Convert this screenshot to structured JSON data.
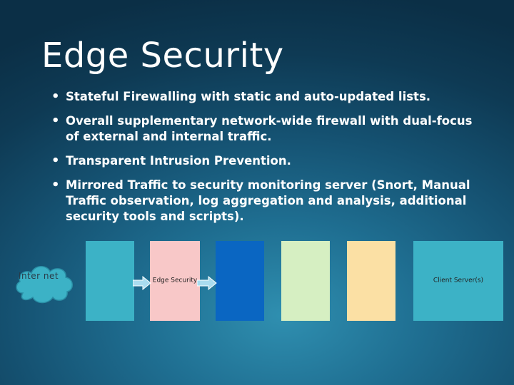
{
  "slide": {
    "title": "Edge Security",
    "bullets": [
      "Stateful Firewalling with static and auto-updated lists.",
      "Overall supplementary network-wide firewall with dual-focus of external and internal traffic.",
      "Transparent Intrusion Prevention.",
      "Mirrored Traffic to security monitoring server (Snort, Manual Traffic observation, log aggregation and analysis, additional security tools and scripts)."
    ]
  },
  "diagram": {
    "cloud_label": "Inter net",
    "edge_security_label": "Edge Security",
    "client_server_label": "Client Server(s)",
    "colors": {
      "cloud": "#3cb2c6",
      "box_teal": "#3cb2c6",
      "box_pink": "#f8c8c8",
      "box_blue": "#0a66c2",
      "box_green": "#d6efc2",
      "box_yellow": "#fbe0a4",
      "arrow": "#a9dcef"
    }
  }
}
